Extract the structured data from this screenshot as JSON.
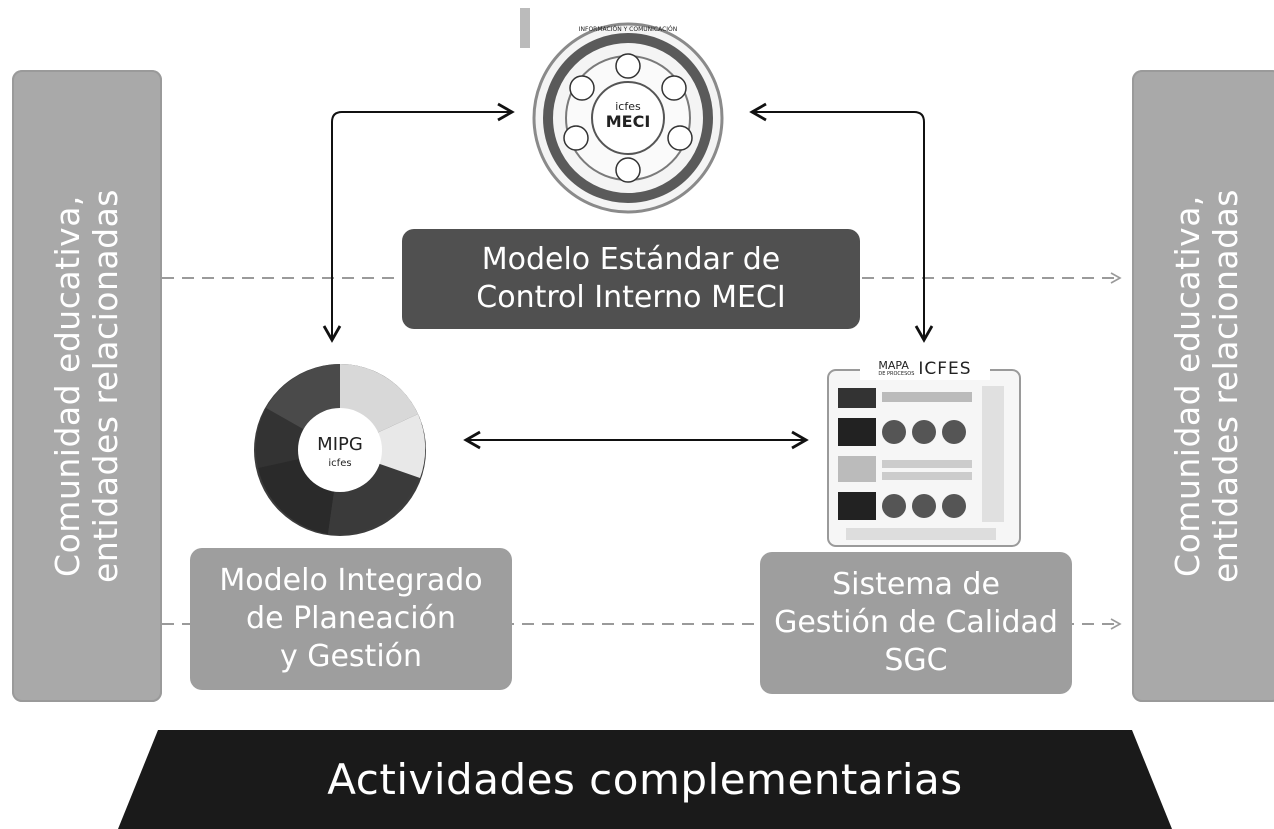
{
  "side_left": {
    "line1": "Comunidad educativa,",
    "line2": "entidades relacionadas"
  },
  "side_right": {
    "line1": "Comunidad educativa,",
    "line2": "entidades relacionadas"
  },
  "meci": {
    "title_line1": "Modelo Estándar de",
    "title_line2": "Control Interno MECI",
    "graphic_logo": "icfes",
    "graphic_center": "MECI",
    "graphic_ring_label": "INFORMACIÓN Y COMUNICACIÓN"
  },
  "mipg": {
    "title_line1": "Modelo Integrado",
    "title_line2": "de Planeación",
    "title_line3": "y Gestión",
    "graphic_center": "MIPG",
    "graphic_logo": "icfes"
  },
  "sgc": {
    "title_line1": "Sistema de",
    "title_line2": "Gestión de Calidad",
    "title_line3": "SGC",
    "graphic_mapa": "MAPA",
    "graphic_mapa_sub": "DE PROCESOS",
    "graphic_icfes": "ICFES"
  },
  "banner": {
    "label": "Actividades complementarias"
  },
  "colors": {
    "side_bar": "#a9a9a9",
    "meci_box": "#505050",
    "grey_box": "#9e9e9e",
    "banner": "#1a1a1a",
    "arrow": "#111111",
    "dashed": "#9a9a9a"
  }
}
